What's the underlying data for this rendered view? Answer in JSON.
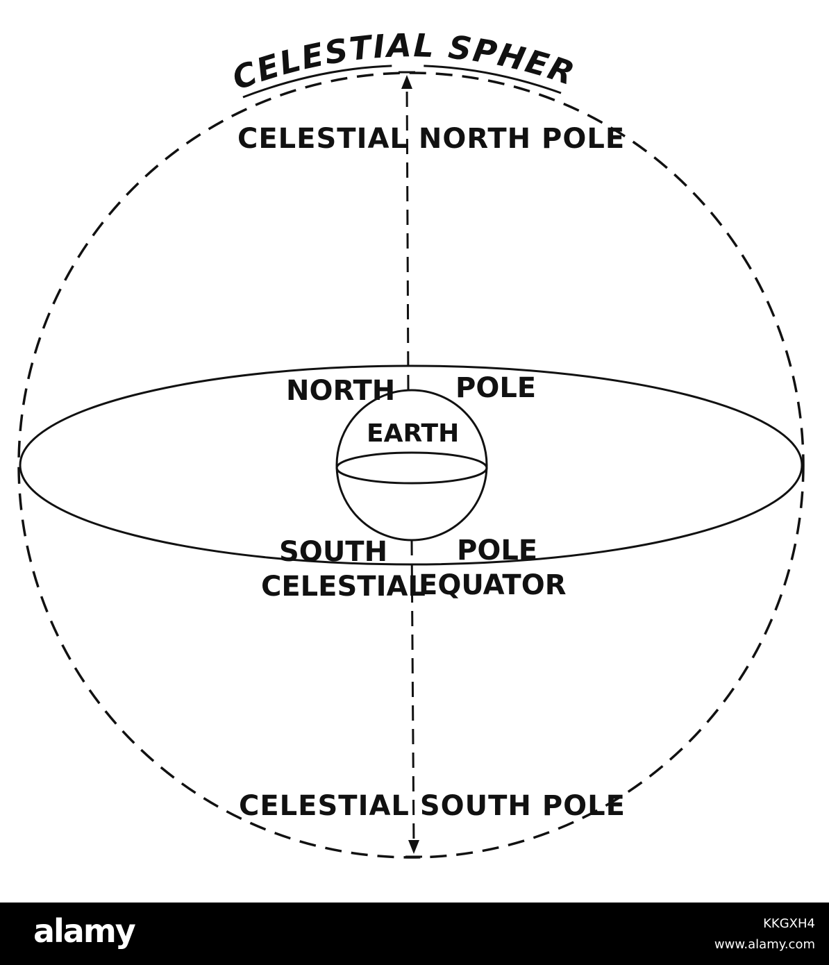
{
  "diagram": {
    "title": "CELESTIAL SPHERE",
    "labels": {
      "celestial_north_pole": "CELESTIAL NORTH POLE",
      "north": "NORTH",
      "north_pole": "POLE",
      "earth": "EARTH",
      "south": "SOUTH",
      "south_pole": "POLE",
      "celestial_equator_left": "CELESTIAL",
      "celestial_equator_right": "EQUATOR",
      "celestial_south_pole": "CELESTIAL SOUTH POLE"
    },
    "colors": {
      "ink": "#111111",
      "background": "#ffffff"
    }
  },
  "watermark": {
    "logo": "alamy",
    "image_code": "KKGXH4",
    "url": "www.alamy.com"
  },
  "colors": {
    "footer_background": "#000000",
    "footer_text": "#ffffff"
  }
}
